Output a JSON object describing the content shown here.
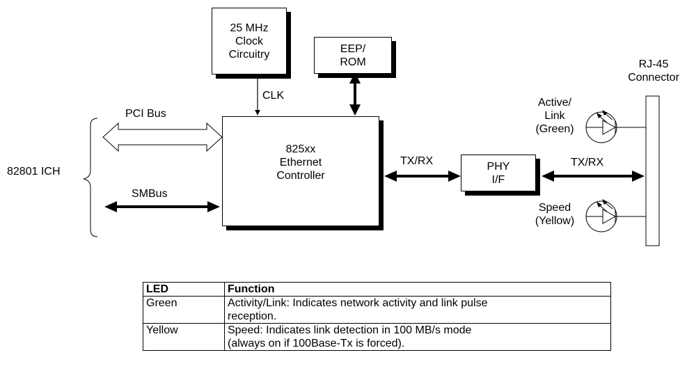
{
  "blocks": {
    "clock": [
      "25 MHz",
      "Clock",
      "Circuitry"
    ],
    "eeprom": [
      "EEP/",
      "ROM"
    ],
    "controller": [
      "825xx",
      "Ethernet",
      "Controller"
    ],
    "phy": [
      "PHY",
      "I/F"
    ]
  },
  "labels": {
    "clk": "CLK",
    "pci_bus": "PCI Bus",
    "smbus": "SMBus",
    "ich": "82801 ICH",
    "txrx_left": "TX/RX",
    "txrx_right": "TX/RX",
    "rj45": [
      "RJ-45",
      "Connector"
    ],
    "led_active": [
      "Active/",
      "Link",
      "(Green)"
    ],
    "led_speed": [
      "Speed",
      "(Yellow)"
    ]
  },
  "table": {
    "headers": [
      "LED",
      "Function"
    ],
    "rows": [
      {
        "led": "Green",
        "function": [
          "Activity/Link: Indicates network activity and link pulse",
          "reception."
        ]
      },
      {
        "led": "Yellow",
        "function": [
          "Speed: Indicates link detection in 100 MB/s mode",
          "(always on if 100Base-Tx is forced)."
        ]
      }
    ]
  }
}
